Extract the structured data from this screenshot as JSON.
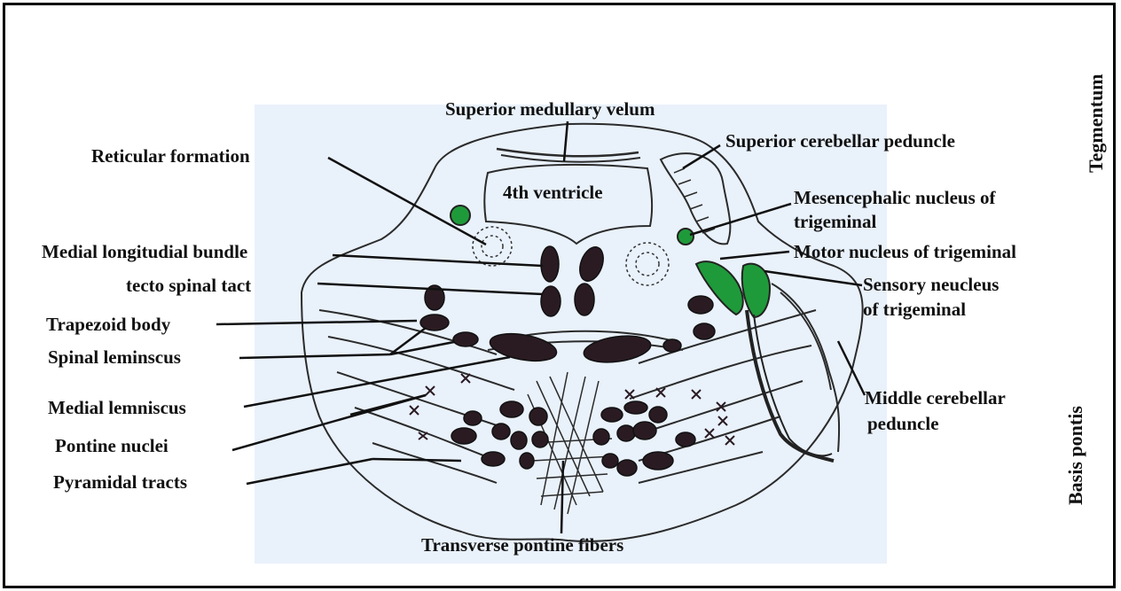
{
  "colors": {
    "ink": "#111111",
    "nucleus_fill": "#2a1b22",
    "trigeminal_green": "#1f9a3a",
    "paper_tint": "#e9f1fb"
  },
  "labels": {
    "superior_medullary_velum": "Superior medullary velum",
    "superior_cerebellar_peduncle": "Superior cerebellar peduncle",
    "reticular_formation": "Reticular formation",
    "fourth_ventricle": "4th ventricle",
    "mesencephalic_nucleus_line1": "Mesencephalic nucleus of",
    "mesencephalic_nucleus_line2": "trigeminal",
    "medial_longitudinal_bundle": "Medial longitudial bundle",
    "motor_nucleus": "Motor nucleus of trigeminal",
    "tecto_spinal_tract": "tecto spinal tact",
    "sensory_nucleus_line1": "Sensory neucleus",
    "sensory_nucleus_line2": "of trigeminal",
    "trapezoid_body": "Trapezoid body",
    "spinal_lemniscus": "Spinal leminscus",
    "medial_lemniscus": "Medial lemniscus",
    "middle_cerebellar_peduncle_line1": "Middle cerebellar",
    "middle_cerebellar_peduncle_line2": "peduncle",
    "pontine_nuclei": "Pontine nuclei",
    "pyramidal_tracts": "Pyramidal tracts",
    "transverse_pontine_fibers": "Transverse pontine fibers",
    "tegmentum": "Tegmentum",
    "basis_pontis": "Basis pontis"
  }
}
